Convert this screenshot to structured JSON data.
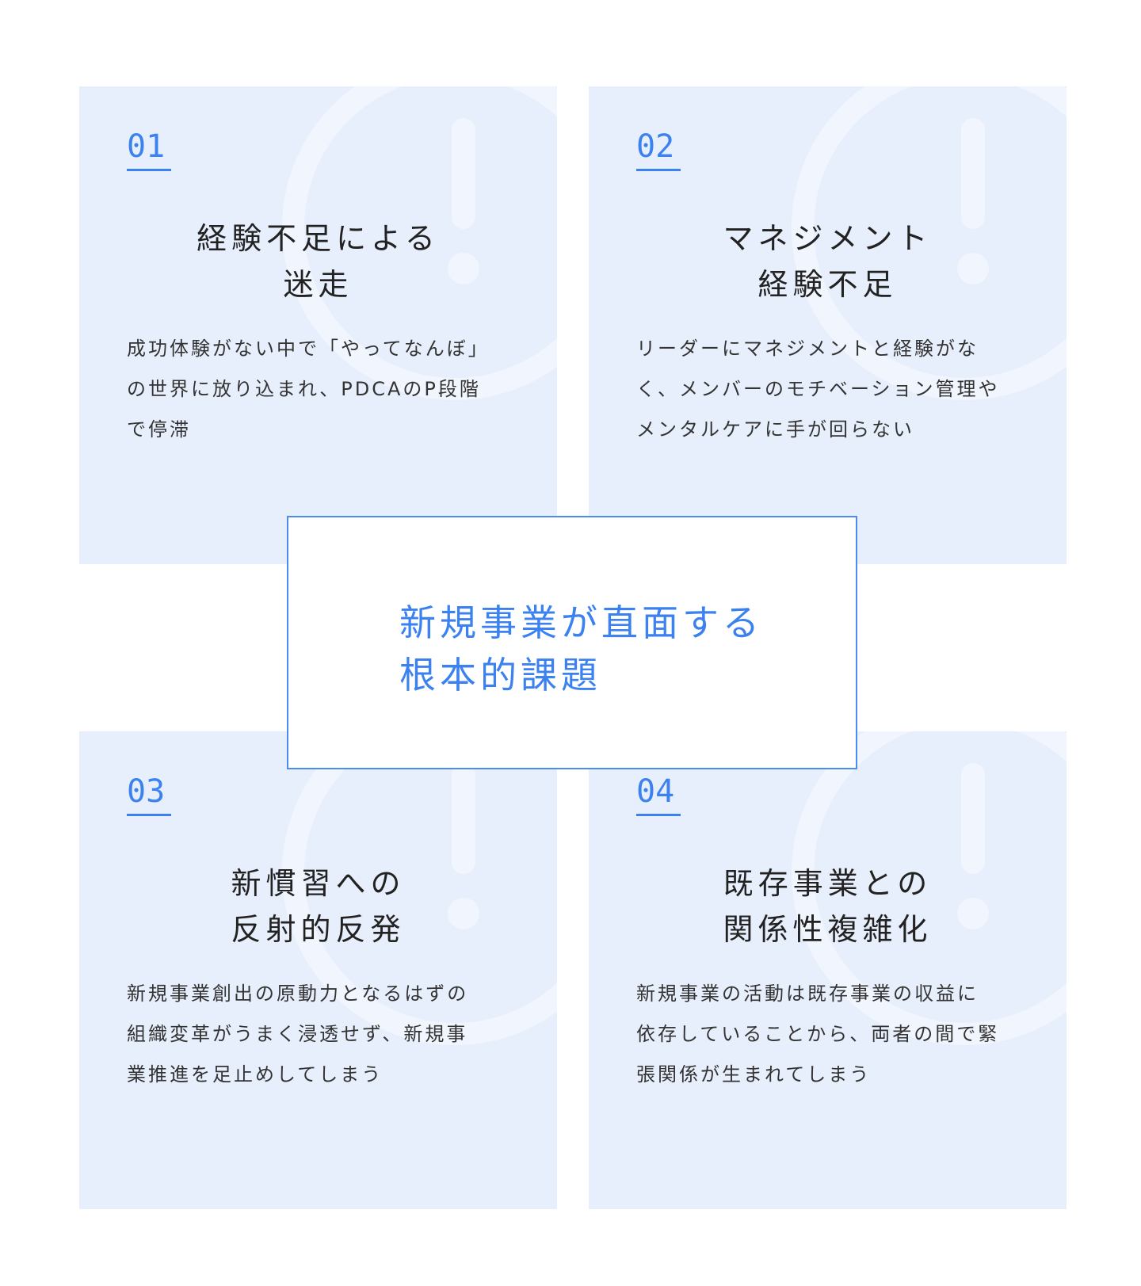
{
  "center": {
    "title_line1": "新規事業が直面する",
    "title_line2": "根本的課題"
  },
  "cards": [
    {
      "number": "01",
      "title_lines": [
        "経験不足による",
        "迷走"
      ],
      "desc_lines": [
        "成功体験がない中で「やってなんぼ」",
        "の世界に放り込まれ、PDCAのP段階",
        "で停滞"
      ]
    },
    {
      "number": "02",
      "title_lines": [
        "マネジメント",
        "経験不足"
      ],
      "desc_lines": [
        "リーダーにマネジメントと経験がな",
        "く、メンバーのモチベーション管理や",
        "メンタルケアに手が回らない"
      ]
    },
    {
      "number": "03",
      "title_lines": [
        "新慣習への",
        "反射的反発"
      ],
      "desc_lines": [
        "新規事業創出の原動力となるはずの",
        "組織変革がうまく浸透せず、新規事",
        "業推進を足止めしてしまう"
      ]
    },
    {
      "number": "04",
      "title_lines": [
        "既存事業との",
        "関係性複雑化"
      ],
      "desc_lines": [
        "新規事業の活動は既存事業の収益に",
        "依存していることから、両者の間で緊",
        "張関係が生まれてしまう"
      ]
    }
  ],
  "colors": {
    "accent": "#3b82f0",
    "card_bg": "#e8effc",
    "decoration": "#f1f5fd"
  },
  "icons": {
    "card_decoration": "exclamation-icon"
  }
}
